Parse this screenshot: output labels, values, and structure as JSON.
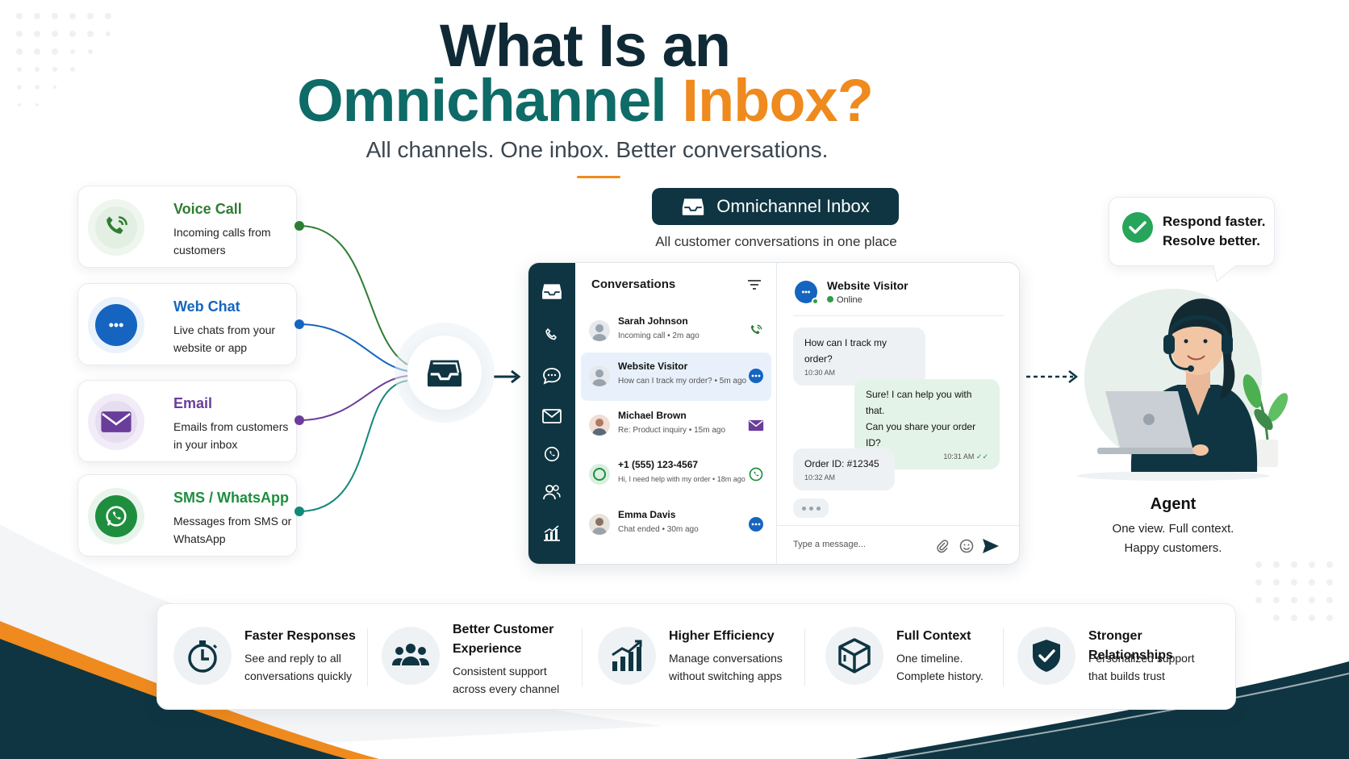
{
  "header": {
    "title_line1": "What Is an",
    "title_line2_a": "Omnichannel",
    "title_line2_b": "Inbox?",
    "subtitle": "All channels. One inbox. Better conversations."
  },
  "channels": [
    {
      "name": "Voice Call",
      "desc": "Incoming calls from customers",
      "color": "#2e7d32",
      "icon": "phone-icon"
    },
    {
      "name": "Web Chat",
      "desc": "Live chats from your website or app",
      "color": "#1565c0",
      "icon": "chat-bubble-icon"
    },
    {
      "name": "Email",
      "desc": "Emails from customers in your inbox",
      "color": "#6a3d9a",
      "icon": "envelope-icon"
    },
    {
      "name": "SMS / WhatsApp",
      "desc": "Messages from SMS or WhatsApp",
      "color": "#1e8e3e",
      "icon": "whatsapp-icon"
    }
  ],
  "inbox": {
    "label": "Omnichannel Inbox",
    "sub": "All customer conversations in one place"
  },
  "app": {
    "conversations_title": "Conversations",
    "conversations": [
      {
        "name": "Sarah Johnson",
        "preview": "Incoming call • 2m ago",
        "channel": "phone-icon"
      },
      {
        "name": "Website Visitor",
        "preview": "How can I track my order? • 5m ago",
        "channel": "chat-bubble-icon"
      },
      {
        "name": "Michael Brown",
        "preview": "Re: Product inquiry • 15m ago",
        "channel": "envelope-icon"
      },
      {
        "name": "+1 (555) 123-4567",
        "preview": "Hi, I need help with my order • 18m ago",
        "channel": "whatsapp-icon"
      },
      {
        "name": "Emma Davis",
        "preview": "Chat ended • 30m ago",
        "channel": "chat-bubble-icon"
      }
    ],
    "chat": {
      "name": "Website Visitor",
      "status": "Online",
      "messages": [
        {
          "text": "How can I track my order?",
          "time": "10:30 AM"
        },
        {
          "text1": "Sure! I can help you with that.",
          "text2": "Can you share your order ID?",
          "time": "10:31 AM"
        },
        {
          "text": "Order ID: #12345",
          "time": "10:32 AM"
        }
      ],
      "input_placeholder": "Type a message..."
    }
  },
  "agent": {
    "speech_line1": "Respond faster.",
    "speech_line2": "Resolve better.",
    "title": "Agent",
    "sub_line1": "One view. Full context.",
    "sub_line2": "Happy customers."
  },
  "benefits": [
    {
      "title": "Faster Responses",
      "desc1": "See and reply to all",
      "desc2": "conversations quickly",
      "icon": "stopwatch-icon"
    },
    {
      "title1": "Better Customer",
      "title2": "Experience",
      "desc1": "Consistent support",
      "desc2": "across every channel",
      "icon": "users-icon"
    },
    {
      "title": "Higher Efficiency",
      "desc1": "Manage conversations",
      "desc2": "without switching apps",
      "icon": "growth-chart-icon"
    },
    {
      "title": "Full Context",
      "desc1": "One timeline.",
      "desc2": "Complete history.",
      "icon": "cube-icon"
    },
    {
      "title": "Stronger Relationships",
      "desc1": "Personalized support",
      "desc2": "that builds trust",
      "icon": "shield-check-icon"
    }
  ],
  "colors": {
    "navy": "#0f3542",
    "teal": "#0e6b67",
    "orange": "#ef8a1e",
    "success": "#27a55a"
  }
}
